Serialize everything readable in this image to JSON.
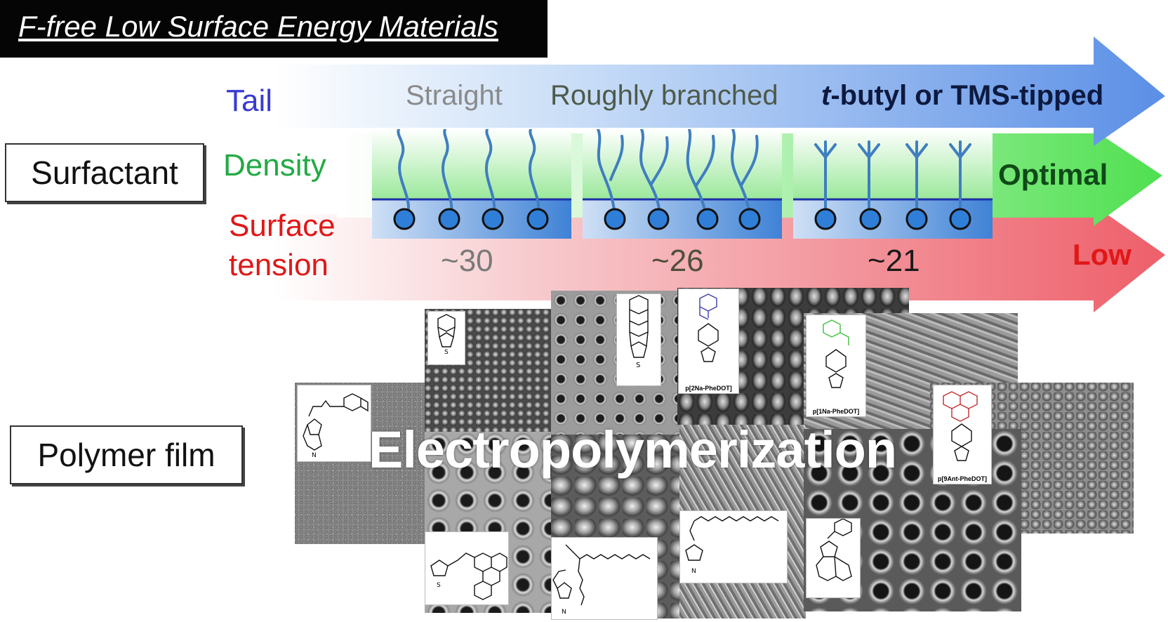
{
  "title": "F-free Low Surface Energy Materials",
  "side_labels": {
    "surfactant": "Surfactant",
    "polymer_film": "Polymer film"
  },
  "rows": {
    "tail": {
      "label": "Tail",
      "items": [
        "Straight",
        "Roughly branched",
        "-butyl or TMS-tipped"
      ],
      "italic_prefix": "t",
      "color": "#3a3ad0"
    },
    "density": {
      "label": "Density",
      "end": "Optimal",
      "color": "#22aa44"
    },
    "surface_tension": {
      "label_line1": "Surface",
      "label_line2": "tension",
      "values": [
        "~30",
        "~26",
        "~21"
      ],
      "end": "Low",
      "color": "#e01818"
    }
  },
  "colors": {
    "tail_arrow": "#5b8fe6",
    "density_arrow": "#4fe050",
    "tension_arrow": "#ee5f6a",
    "surfactant_chain": "#3f7ec0",
    "head_group": "#2f7fd8"
  },
  "polymer_label": "Electropolymerization",
  "monomer_captions": {
    "p2na": "p[2Na-PheDOT]",
    "p1na": "p[1Na-PheDOT]",
    "p9ant": "p[9Ant-PheDOT]"
  },
  "icons": [
    "straight-tail-surfactant-icon",
    "branched-tail-surfactant-icon",
    "tipped-tail-surfactant-icon",
    "sem-micrograph",
    "chemical-structure"
  ]
}
